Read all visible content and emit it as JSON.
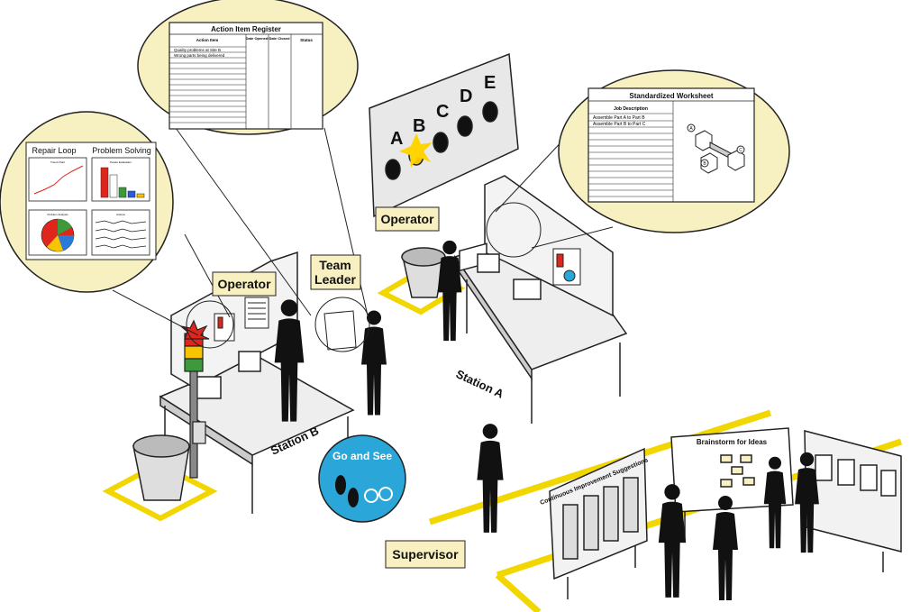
{
  "colors": {
    "bubble": "#f7f0c0",
    "callout": "#f8f0c0",
    "floor_line": "#f2d600",
    "silhouette": "#111111",
    "go_and_see": "#2aa7d8",
    "andon_red": "#e0261c",
    "andon_yellow": "#f6c400",
    "andon_green": "#3c9a3c",
    "star": "#ffd400"
  },
  "labels": {
    "operator_b": "Operator",
    "operator_a": "Operator",
    "team_leader_line1": "Team",
    "team_leader_line2": "Leader",
    "supervisor": "Supervisor",
    "station_a": "Station A",
    "station_b": "Station B",
    "go_and_see": "Go and See"
  },
  "action_register": {
    "title": "Action Item Register",
    "columns": [
      "Action Item",
      "Date Opened",
      "Date Closed",
      "Status"
    ],
    "rows": [
      "Quality problems at Site B",
      "Wrong parts being delivered"
    ]
  },
  "worksheet": {
    "title": "Standardized Worksheet",
    "column": "Job Description",
    "rows": [
      "Assemble Part A to Part B",
      "Assemble Part B to Part C"
    ],
    "parts": [
      "A",
      "B",
      "C"
    ]
  },
  "charts_bubble": {
    "left_title": "Repair Loop",
    "right_title": "Problem Solving",
    "panels": [
      "Trend Chart",
      "Pareto Evaluation",
      "Problem Analysis",
      "Actions"
    ]
  },
  "andon_board": {
    "letters": [
      "A",
      "B",
      "C",
      "D",
      "E"
    ]
  },
  "brainstorm_board": {
    "title": "Brainstorm for Ideas"
  },
  "left_board": {
    "title": "Continuous Improvement Suggestions"
  }
}
